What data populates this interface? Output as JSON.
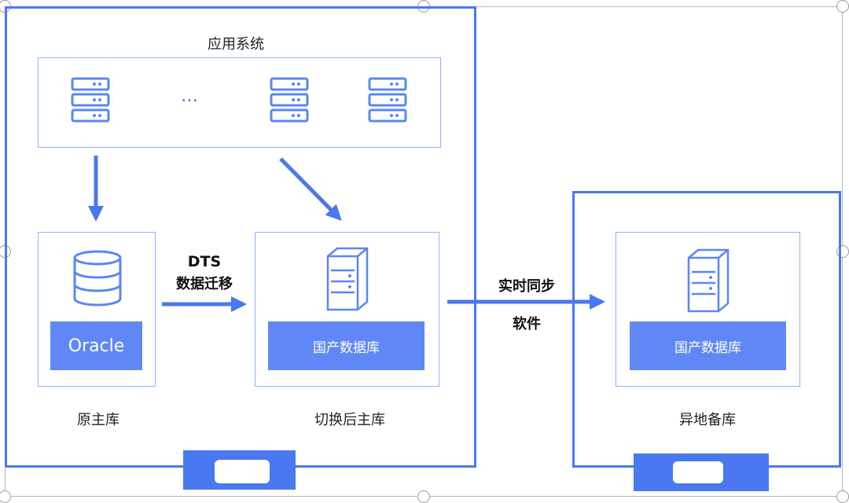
{
  "title": "应用系统",
  "ellipsis": "…",
  "db_labels": {
    "oracle": "Oracle",
    "domestic_1": "国产数据库",
    "domestic_2": "国产数据库"
  },
  "captions": {
    "original": "原主库",
    "switched": "切换后主库",
    "remote": "异地备库"
  },
  "arrows": {
    "dts_line1": "DTS",
    "dts_line2": "数据迁移",
    "sync_line1": "实时同步",
    "sync_line2": "软件"
  },
  "colors": {
    "frame": "#4a78f0",
    "box_border": "#8fb0ff",
    "db_bar": "#5f88f6",
    "icon": "#5b86f3"
  }
}
